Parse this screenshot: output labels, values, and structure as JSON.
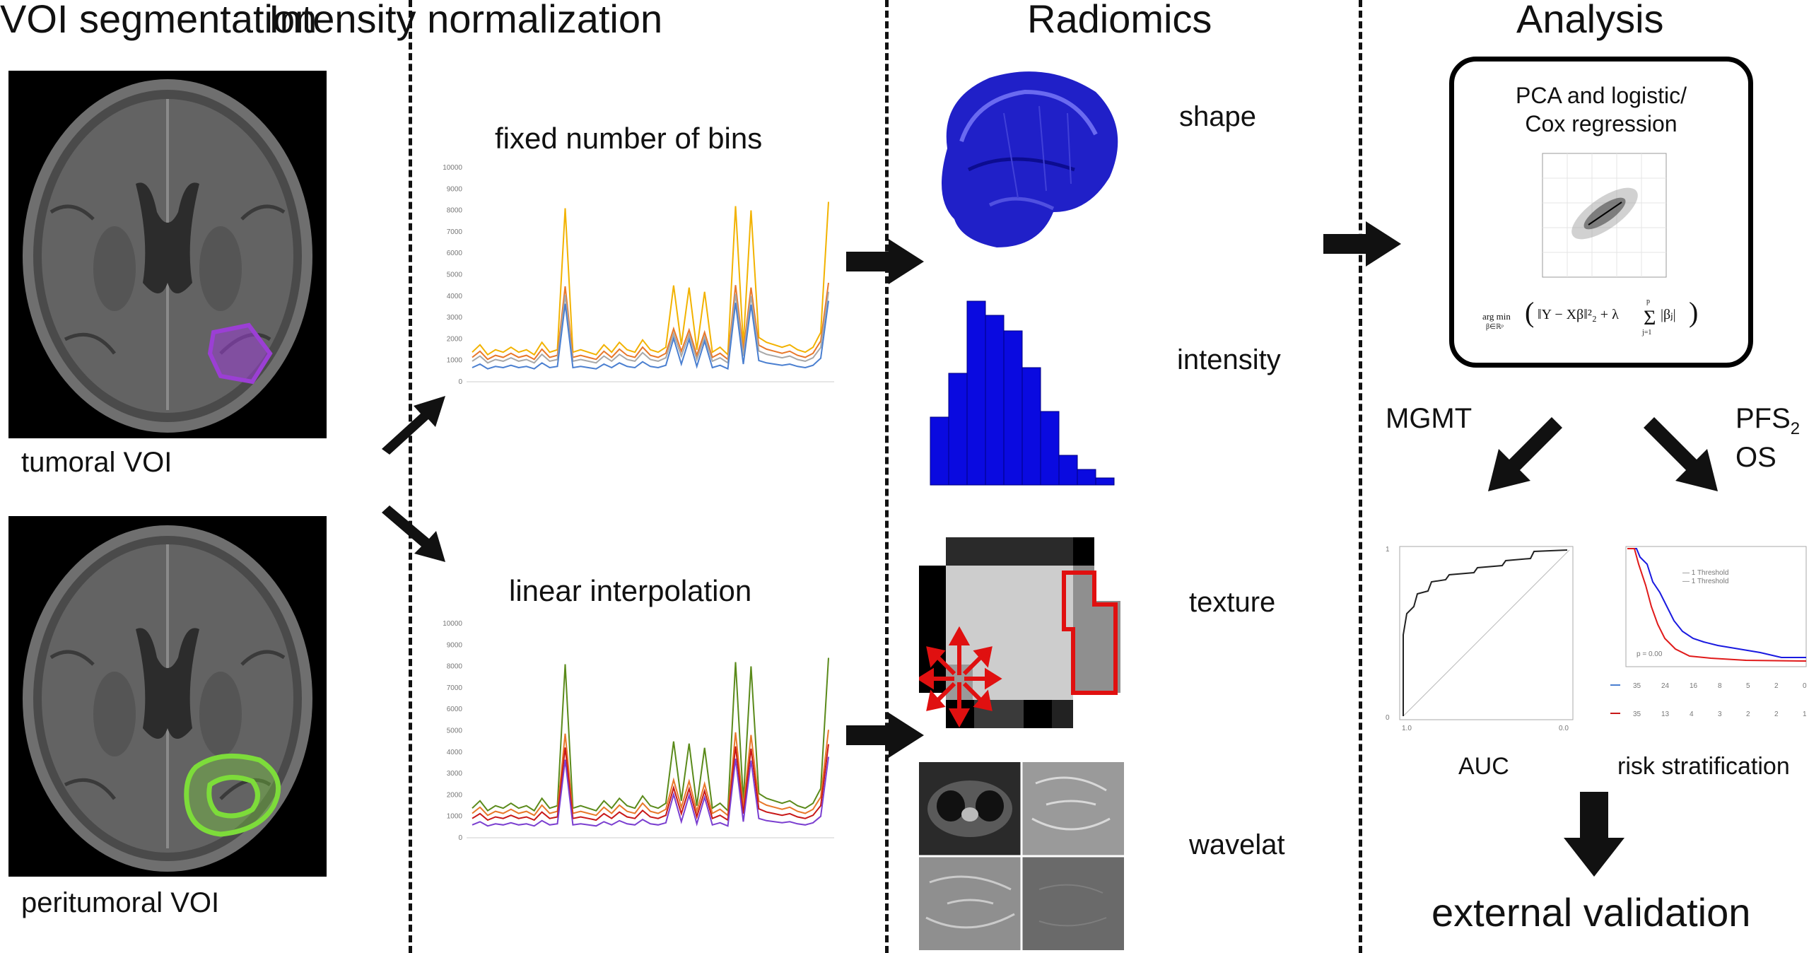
{
  "columns": {
    "segmentation": "VOI segmentation",
    "normalization": "Intensity normalization",
    "radiomics": "Radiomics",
    "analysis": "Analysis"
  },
  "segmentation": {
    "tumoral_label": "tumoral VOI",
    "peritumoral_label": "peritumoral VOI"
  },
  "normalization": {
    "top_title": "fixed number of bins",
    "bottom_title": "linear interpolation",
    "y_ticks": [
      "0",
      "1000",
      "2000",
      "3000",
      "4000",
      "5000",
      "6000",
      "7000",
      "8000",
      "9000",
      "10000"
    ]
  },
  "radiomics": {
    "features": [
      "shape",
      "intensity",
      "texture",
      "wavelat"
    ]
  },
  "analysis": {
    "box_text_line1": "PCA and logistic/",
    "box_text_line2": "Cox regression",
    "mgmt_label": "MGMT",
    "pfs_label": "PFS",
    "pfs_sub": "2",
    "os_label": "OS",
    "auc_label": "AUC",
    "risk_label": "risk stratification",
    "validation_label": "external validation",
    "risk_table_row1": [
      "35",
      "24",
      "16",
      "8",
      "5",
      "2",
      "0"
    ],
    "risk_table_row2": [
      "35",
      "13",
      "4",
      "3",
      "2",
      "2",
      "1"
    ],
    "p_value": "p = 0.00"
  },
  "colors": {
    "tumor_outline": "#9b3fd4",
    "peritumor_outline": "#7ddc3a",
    "radiomics_blue": "#1a1ad6",
    "texture_red": "#e01010",
    "series_yellow": "#f2b200",
    "series_orange": "#e8782a",
    "series_grey": "#a8a8a8",
    "series_blue": "#4a7fd0",
    "series_green": "#5a8a1a",
    "series_red": "#c81818",
    "series_purple": "#7b3fd0"
  }
}
